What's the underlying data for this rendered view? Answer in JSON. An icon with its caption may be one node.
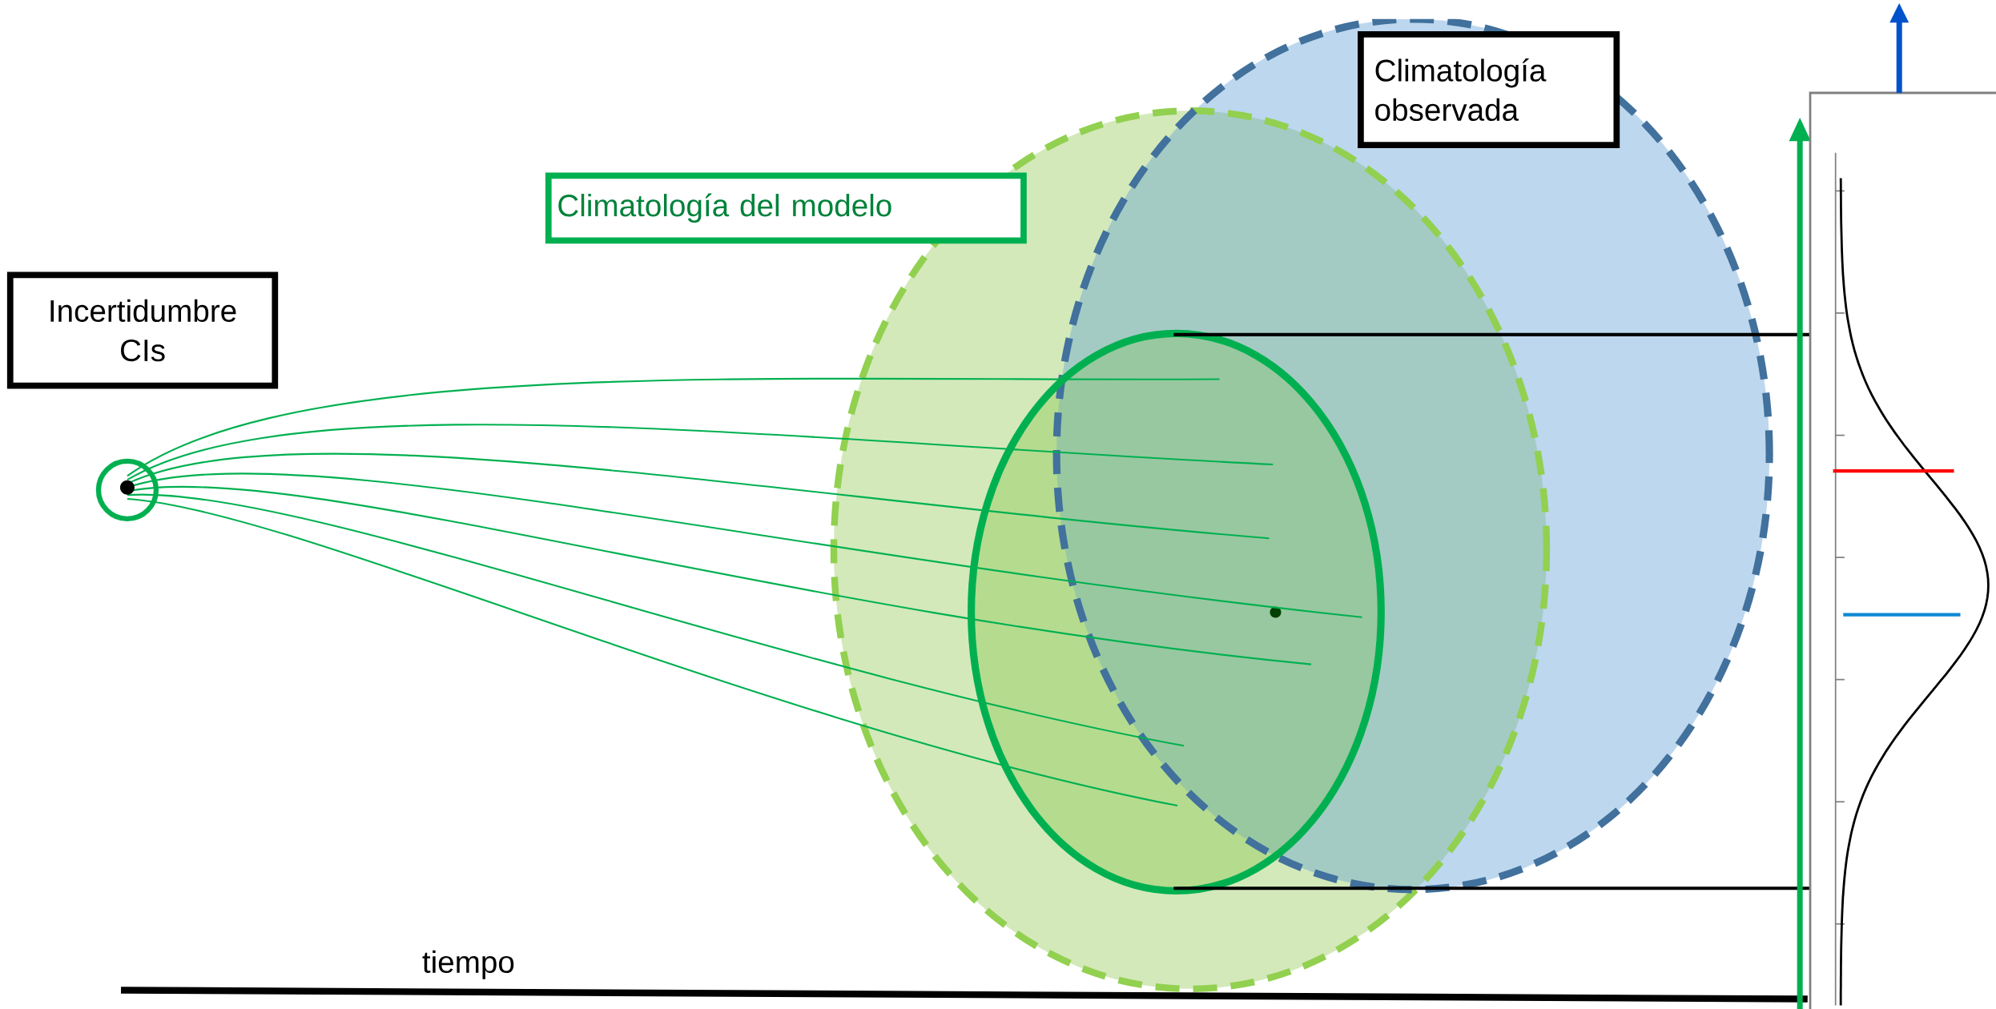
{
  "diagram": {
    "nodes": [
      {
        "text": [
          "Incertidumbre CIs"
        ]
      },
      {
        "text": [
          "Climatología del modelo"
        ]
      },
      {
        "text": [
          "Climatología observada"
        ]
      }
    ],
    "labels": [
      "tiempo"
    ]
  }
}
